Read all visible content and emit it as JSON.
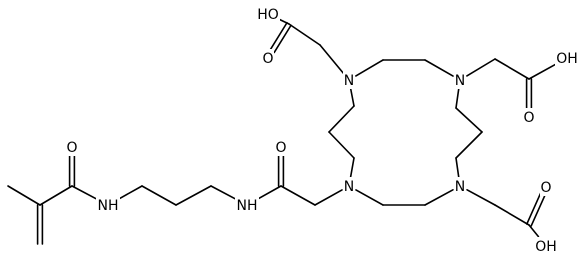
{
  "molecule": {
    "atoms": [
      {
        "id": "o_ma",
        "label": "O"
      },
      {
        "id": "n_amide1",
        "label": "NH"
      },
      {
        "id": "n_amide2",
        "label": "NH"
      },
      {
        "id": "o_gly",
        "label": "O"
      },
      {
        "id": "n_bl",
        "label": "N"
      },
      {
        "id": "n_tl",
        "label": "N"
      },
      {
        "id": "n_tr",
        "label": "N"
      },
      {
        "id": "n_br",
        "label": "N"
      },
      {
        "id": "o_a1_oh",
        "label": "HO"
      },
      {
        "id": "o_a1_co",
        "label": "O"
      },
      {
        "id": "o_a2_oh",
        "label": "OH"
      },
      {
        "id": "o_a2_co",
        "label": "O"
      },
      {
        "id": "o_a3_co",
        "label": "O"
      },
      {
        "id": "o_a3_oh",
        "label": "OH"
      }
    ]
  }
}
